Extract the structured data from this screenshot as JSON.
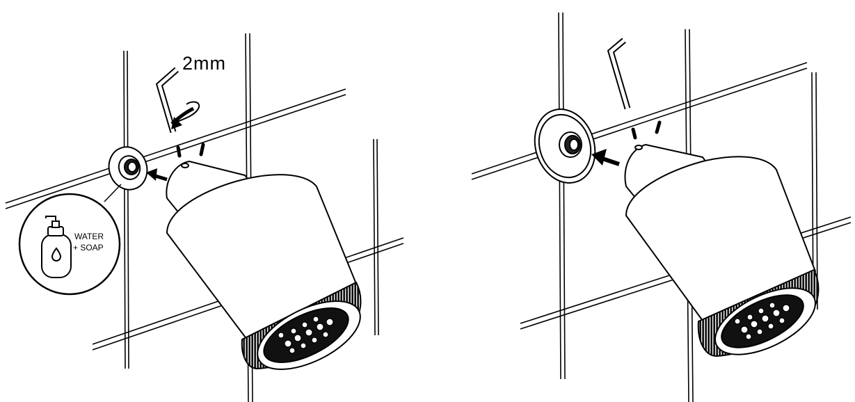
{
  "panels": [
    {
      "id": "step-remove",
      "tool_label": "2mm",
      "callout": {
        "line1": "WATER",
        "line2": "+ SOAP",
        "icon": "soap-dispenser-icon"
      }
    },
    {
      "id": "step-install"
    }
  ],
  "colors": {
    "line": "#000000",
    "background": "#ffffff",
    "nozzle_ring": "#111111"
  }
}
